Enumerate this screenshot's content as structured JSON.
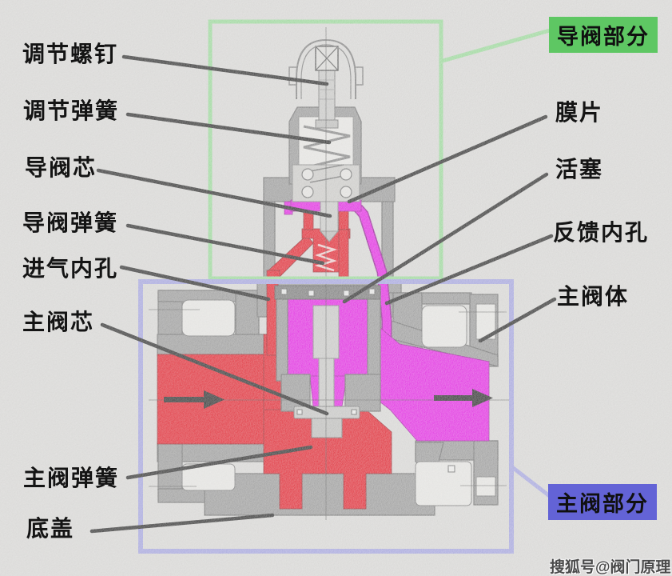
{
  "diagram": {
    "watermark": "搜狐号@阀门原理",
    "sections": {
      "pilot": {
        "title": "导阀部分"
      },
      "main": {
        "title": "主阀部分"
      }
    },
    "labels": {
      "adjust_screw": "调节螺钉",
      "adjust_spring": "调节弹簧",
      "pilot_core": "导阀芯",
      "pilot_spring": "导阀弹簧",
      "inlet_hole": "进气内孔",
      "main_core": "主阀芯",
      "main_spring": "主阀弹簧",
      "bottom_cover": "底盖",
      "diaphragm": "膜片",
      "piston": "活塞",
      "feedback_hole": "反馈内孔",
      "main_body": "主阀体"
    },
    "colors": {
      "inlet_red": "#e30613",
      "outlet_magenta": "#e606e6",
      "body_gray": "#8f8f8f",
      "pilot_box_green": "#8fd98f",
      "main_box_blue": "#9b9be1",
      "pilot_label_bg": "#5ec763",
      "main_label_bg": "#6363d6",
      "background": "#d8d7d5"
    }
  }
}
